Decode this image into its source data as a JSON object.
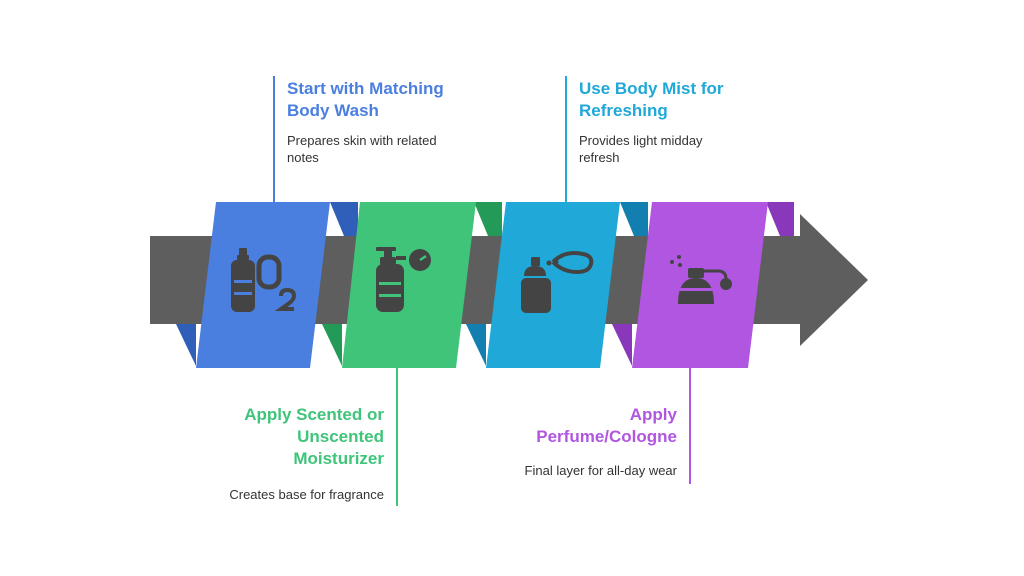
{
  "steps": [
    {
      "title_line1": "Start with Matching",
      "title_line2": "Body Wash",
      "desc_line1": "Prepares skin with related",
      "desc_line2": "notes",
      "color": "#4a7fe0",
      "icon": "oxygen-bottle-icon"
    },
    {
      "title_line1": "Apply Scented or",
      "title_line2": "Unscented",
      "title_line3": "Moisturizer",
      "desc_line1": "Creates base for fragrance",
      "color": "#3fc47a",
      "icon": "pump-bottle-icon"
    },
    {
      "title_line1": "Use Body Mist for",
      "title_line2": "Refreshing",
      "desc_line1": "Provides light midday",
      "desc_line2": "refresh",
      "color": "#1fa8d8",
      "icon": "spray-can-icon"
    },
    {
      "title_line1": "Apply",
      "title_line2": "Perfume/Cologne",
      "desc_line1": "Final layer for all-day wear",
      "color": "#b056e0",
      "icon": "perfume-atomizer-icon"
    }
  ],
  "colors": {
    "arrow": "#5e5e5e",
    "icon": "#444444"
  }
}
